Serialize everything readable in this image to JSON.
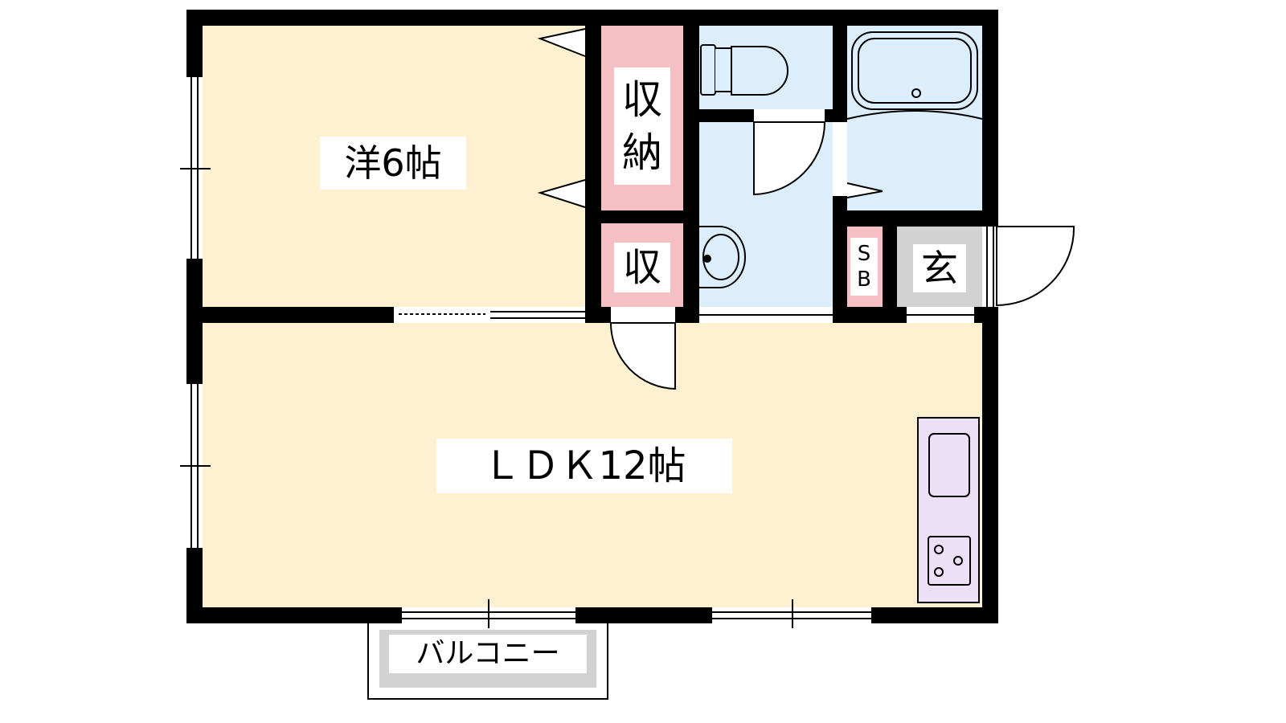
{
  "rooms": {
    "western_room": {
      "label": "洋6帖"
    },
    "ldk": {
      "label": "ＬＤＫ12帖"
    },
    "storage_closet": {
      "label_top": "収",
      "label_bottom": "納"
    },
    "storage_small": {
      "label": "収"
    },
    "shoe_box": {
      "label_top": "S",
      "label_bottom": "B"
    },
    "entrance": {
      "label": "玄"
    },
    "balcony": {
      "label": "バルコニー"
    }
  },
  "colors": {
    "room_floor": "#fdf1d2",
    "storage": "#f6bfc3",
    "wet_area": "#dcedfc",
    "kitchen": "#ebe0f5",
    "entrance_floor": "#d2d2d2",
    "wall": "#000000"
  }
}
